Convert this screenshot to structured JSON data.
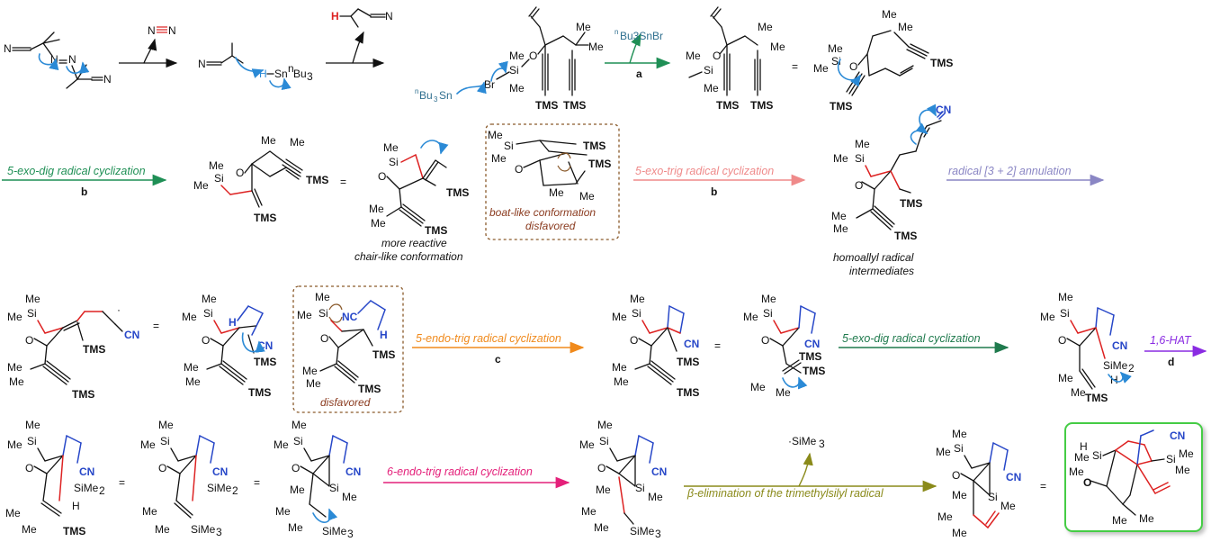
{
  "labels": {
    "nitrogen": "N",
    "cn": "CN",
    "nc": "NC",
    "n_left": "N",
    "me": "Me",
    "tms": "TMS",
    "si": "Si",
    "o": "O",
    "h": "H",
    "n_sn_h": "H",
    "sn": "Sn",
    "bu3": "Bu",
    "bu_sup": "n",
    "sub3": "3",
    "bu3sn": "Bu",
    "br": "Br",
    "bu3snbr": "Bu3SnBr",
    "sime2": "SiMe",
    "sub2": "2",
    "sime3": "SiMe",
    "radical_sime3": "·SiMe",
    "equals": "="
  },
  "steps": {
    "step1": "5-exo-dig radical cyclization",
    "step2": "5-exo-trig radical cyclization",
    "step3": "radical [3 + 2] annulation",
    "step4": "5-endo-trig radical cyclization",
    "step5": "5-exo-dig radical cyclization",
    "step6": "1,6-HAT",
    "step7": "6-endo-trig radical cyclization",
    "step8": "β-elimination of the trimethylsilyl radical"
  },
  "letters": {
    "a": "a",
    "b": "b",
    "c": "c",
    "d": "d"
  },
  "captions": {
    "chair_1": "more reactive",
    "chair_2": "chair-like conformation",
    "boat_1": "boat-like conformation",
    "boat_2": "disfavored",
    "homo_1": "homoallyl radical",
    "homo_2": "intermediates",
    "disfavored": "disfavored"
  },
  "colors": {
    "step1": "#1f8f55",
    "step2": "#ef8a8a",
    "step3": "#8a86c4",
    "step4": "#f08a1c",
    "step5": "#1f7a4d",
    "step6": "#8a2be2",
    "step7": "#e4207a",
    "step8": "#8a8a1a",
    "box_dashed": "#8a5a2b",
    "box_green": "#44cc44"
  }
}
